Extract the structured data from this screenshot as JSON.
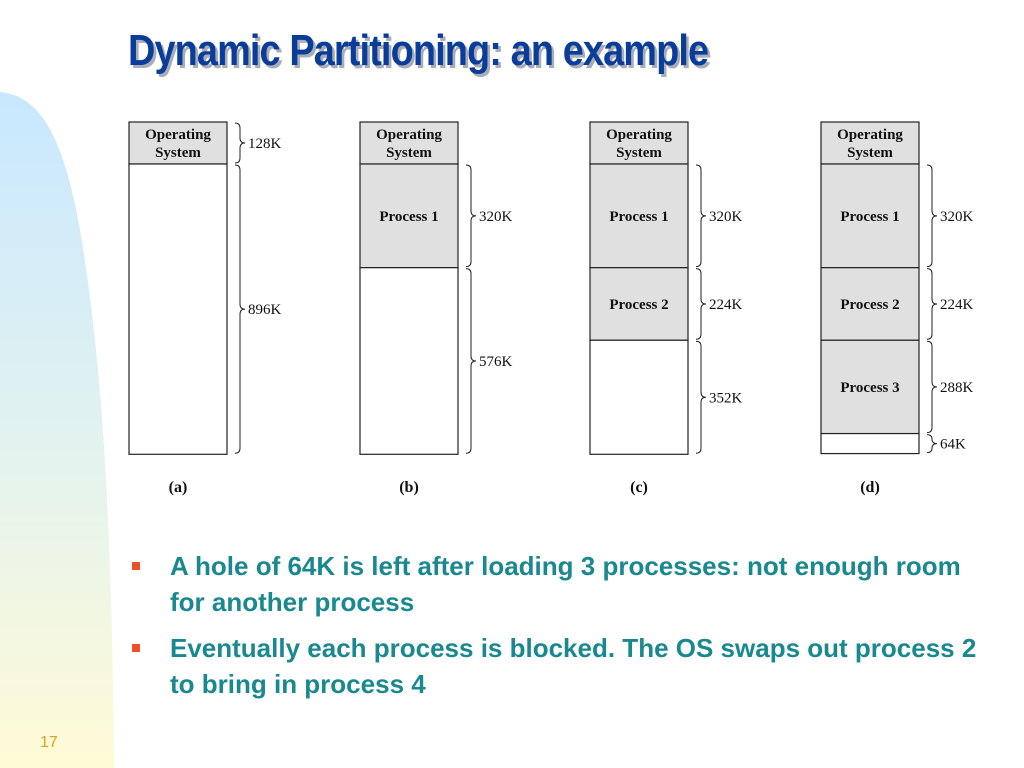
{
  "slide": {
    "title": "Dynamic Partitioning: an example",
    "number": "17"
  },
  "diagram": {
    "total_memory_k": 1024,
    "colors": {
      "filled": "#e0e0e0",
      "hole": "#ffffff",
      "stroke": "#222222"
    },
    "panels": [
      {
        "label": "(a)",
        "segments": [
          {
            "name": "os",
            "label_lines": [
              "Operating",
              "System"
            ],
            "size": 128,
            "size_label": "128K",
            "filled": true
          },
          {
            "name": "hole",
            "label_lines": [],
            "size": 896,
            "size_label": "896K",
            "filled": false
          }
        ]
      },
      {
        "label": "(b)",
        "segments": [
          {
            "name": "os",
            "label_lines": [
              "Operating",
              "System"
            ],
            "size": 128,
            "size_label": "",
            "filled": true
          },
          {
            "name": "process-1",
            "label_lines": [
              "Process 1"
            ],
            "size": 320,
            "size_label": "320K",
            "filled": true
          },
          {
            "name": "hole",
            "label_lines": [],
            "size": 576,
            "size_label": "576K",
            "filled": false
          }
        ]
      },
      {
        "label": "(c)",
        "segments": [
          {
            "name": "os",
            "label_lines": [
              "Operating",
              "System"
            ],
            "size": 128,
            "size_label": "",
            "filled": true
          },
          {
            "name": "process-1",
            "label_lines": [
              "Process 1"
            ],
            "size": 320,
            "size_label": "320K",
            "filled": true
          },
          {
            "name": "process-2",
            "label_lines": [
              "Process 2"
            ],
            "size": 224,
            "size_label": "224K",
            "filled": true
          },
          {
            "name": "hole",
            "label_lines": [],
            "size": 352,
            "size_label": "352K",
            "filled": false
          }
        ]
      },
      {
        "label": "(d)",
        "segments": [
          {
            "name": "os",
            "label_lines": [
              "Operating",
              "System"
            ],
            "size": 128,
            "size_label": "",
            "filled": true
          },
          {
            "name": "process-1",
            "label_lines": [
              "Process 1"
            ],
            "size": 320,
            "size_label": "320K",
            "filled": true
          },
          {
            "name": "process-2",
            "label_lines": [
              "Process 2"
            ],
            "size": 224,
            "size_label": "224K",
            "filled": true
          },
          {
            "name": "process-3",
            "label_lines": [
              "Process 3"
            ],
            "size": 288,
            "size_label": "288K",
            "filled": true
          },
          {
            "name": "hole",
            "label_lines": [],
            "size": 64,
            "size_label": "64K",
            "filled": false
          }
        ]
      }
    ]
  },
  "bullets": [
    {
      "text": "A hole of 64K is left after loading 3 processes: not enough room for another process"
    },
    {
      "text": "Eventually each process is blocked. The OS swaps out process 2 to bring in process 4"
    }
  ],
  "theme": {
    "title_color": "#0a3d99",
    "bullet_text_color": "#19888f",
    "bullet_marker_color": "#e8532a",
    "slide_number_color": "#e0a020",
    "gradient_top": "#c8e8ff",
    "gradient_bottom": "#fffbd6"
  }
}
